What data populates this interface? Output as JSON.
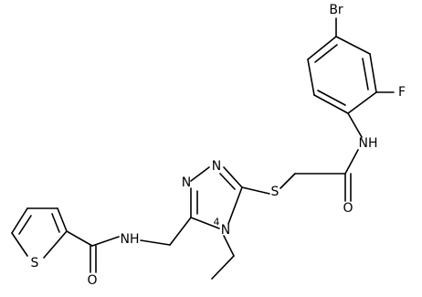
{
  "colors": {
    "bond": "#000000",
    "label": "#000000",
    "background": "#ffffff"
  },
  "atoms": {
    "br": "Br",
    "f": "F",
    "nh_amide_right": "NH",
    "o_amide_right": "O",
    "s_thioether": "S",
    "n_triazole_1": "N",
    "n_triazole_2": "N",
    "n_triazole_4": "N",
    "nh_amide_left": "NH",
    "o_amide_left": "O",
    "s_thiophene": "S"
  },
  "labels": {
    "n_triazole_4_number": "4"
  }
}
